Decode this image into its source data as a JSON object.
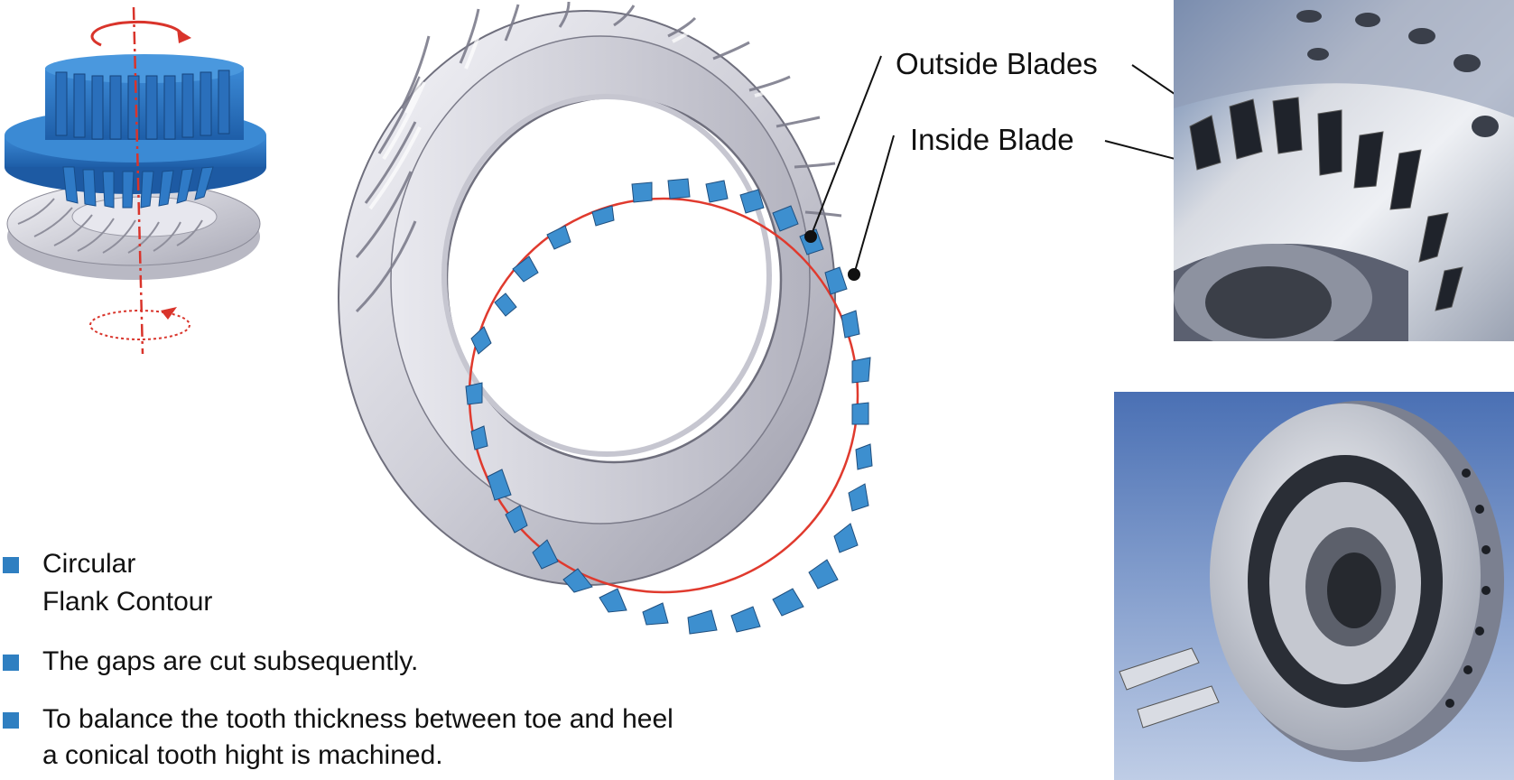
{
  "labels": {
    "outside_blades": "Outside Blades",
    "inside_blade": "Inside Blade"
  },
  "bullets": [
    {
      "line1": "Circular",
      "line2": "Flank Contour"
    },
    {
      "line1": "The gaps are cut subsequently.",
      "line2": ""
    },
    {
      "line1": "To balance the tooth thickness between toe and heel",
      "line2": "a conical tooth hight is machined."
    }
  ],
  "colors": {
    "bullet": "#2f7fc1",
    "blade_blue": "#3d8fcf",
    "cutter_blue": "#2e78c4",
    "arrow_red": "#d9342b",
    "circle_red": "#e03a2e",
    "gear_gray": "#c9c9d2"
  },
  "icons": {
    "bullet": "square-bullet-icon",
    "rotation": "rotation-arrow-icon"
  }
}
